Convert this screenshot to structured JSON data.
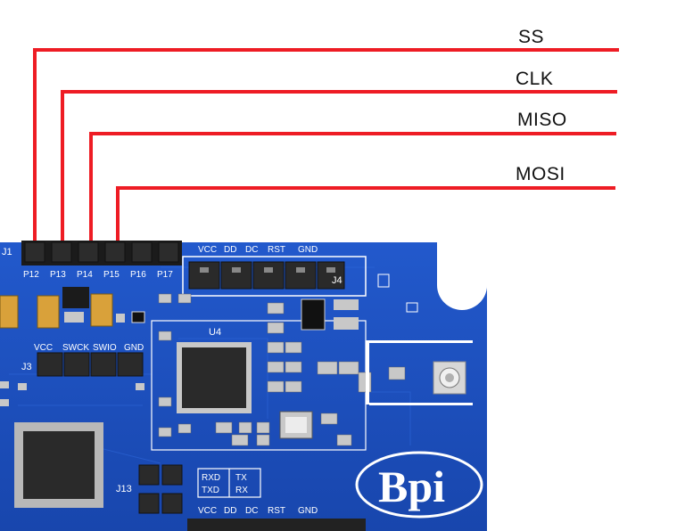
{
  "signals": [
    {
      "name": "SS"
    },
    {
      "name": "CLK"
    },
    {
      "name": "MISO"
    },
    {
      "name": "MOSI"
    }
  ],
  "colors": {
    "wire": "#ee1c24",
    "board": "#1a4fbf",
    "board_dark": "#123c96",
    "silk": "#ffffff",
    "pin": "#1b1b1b",
    "chip": "#2a2a2a",
    "ic_pad": "#c8c8c8",
    "tantalum": "#d9a13a"
  },
  "board": {
    "top_header": {
      "ref": "J1",
      "pins": [
        "P12",
        "P13",
        "P14",
        "P15",
        "P16",
        "P17"
      ]
    },
    "j4": {
      "ref": "J4",
      "pins": [
        "VCC",
        "DD",
        "DC",
        "RST",
        "GND"
      ]
    },
    "j3": {
      "ref": "J3",
      "pins": [
        "VCC",
        "SWCK",
        "SWIO",
        "GND"
      ]
    },
    "j13": {
      "ref": "J13",
      "left": [
        "RXD",
        "TXD"
      ],
      "right": [
        "TX",
        "RX"
      ]
    },
    "bottom_header": {
      "pins": [
        "VCC",
        "DD",
        "DC",
        "RST",
        "GND"
      ]
    },
    "u4": "U4",
    "logo": "Bpi"
  }
}
